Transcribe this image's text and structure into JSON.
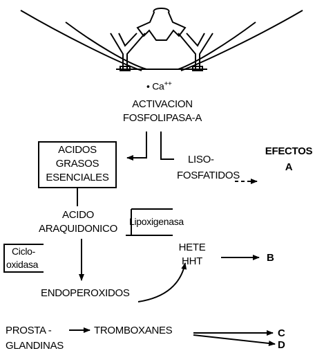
{
  "membrane": {
    "calcium": "• Ca",
    "calcium_charge": "++"
  },
  "activation": {
    "line1": "ACTIVACION",
    "line2": "FOSFOLIPASA-A"
  },
  "fatty_acids": {
    "line1": "ACIDOS",
    "line2": "GRASOS",
    "line3": "ESENCIALES"
  },
  "lisofosfatidos": {
    "line1": "LISO-",
    "line2": "FOSFATIDOS"
  },
  "efectos": {
    "line1": "EFECTOS",
    "line2": "A"
  },
  "arachidonic": {
    "line1": "ACIDO",
    "line2": "ARAQUIDONICO"
  },
  "lipoxigenasa": {
    "label": "Lipoxigenasa"
  },
  "ciclooxidasa": {
    "line1": "Ciclo-",
    "line2": "oxidasa"
  },
  "hete": {
    "line1": "HETE",
    "line2": "HHT"
  },
  "effect_b": {
    "label": "B"
  },
  "endoperoxidos": {
    "label": "ENDOPEROXIDOS"
  },
  "prostaglandinas": {
    "line1": "PROSTA -",
    "line2": "GLANDINAS"
  },
  "tromboxanes": {
    "label": "TROMBOXANES"
  },
  "effect_c": {
    "label": "C"
  },
  "effect_d": {
    "label": "D"
  }
}
